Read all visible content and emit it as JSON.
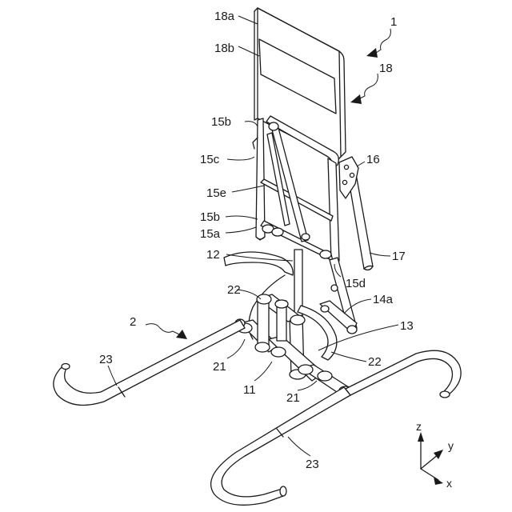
{
  "labels": {
    "l1": "1",
    "l2": "2",
    "l11": "11",
    "l12": "12",
    "l13": "13",
    "l14a": "14a",
    "l15a": "15a",
    "l15b_top": "15b",
    "l15b_low": "15b",
    "l15c": "15c",
    "l15d": "15d",
    "l15e": "15e",
    "l16": "16",
    "l17": "17",
    "l18": "18",
    "l18a": "18a",
    "l18b": "18b",
    "l21_left": "21",
    "l21_right": "21",
    "l22_top": "22",
    "l22_right": "22",
    "l23_left": "23",
    "l23_bottom": "23"
  },
  "axes": {
    "z": "z",
    "y": "y",
    "x": "x"
  }
}
